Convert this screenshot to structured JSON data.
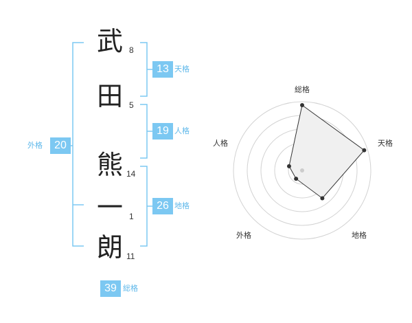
{
  "name": {
    "chars": [
      {
        "char": "武",
        "strokes": "8"
      },
      {
        "char": "田",
        "strokes": "5"
      },
      {
        "char": "熊",
        "strokes": "14"
      },
      {
        "char": "一",
        "strokes": "1"
      },
      {
        "char": "朗",
        "strokes": "11"
      }
    ]
  },
  "fortunes": {
    "tenkaku": {
      "value": "13",
      "label": "天格"
    },
    "jinkaku": {
      "value": "19",
      "label": "人格"
    },
    "chikaku": {
      "value": "26",
      "label": "地格"
    },
    "gaikaku": {
      "value": "20",
      "label": "外格"
    },
    "soukaku": {
      "value": "39",
      "label": "総格"
    }
  },
  "radar": {
    "axes": [
      "総格",
      "天格",
      "地格",
      "外格",
      "人格"
    ],
    "scores": [
      0.95,
      0.95,
      0.5,
      0.15,
      0.2
    ],
    "colors": {
      "fill": "#f0f0f0",
      "line": "#333333",
      "point": "#333333",
      "center": "#cccccc",
      "ring": "#d2d2d2"
    }
  },
  "colors": {
    "accent": "#7cc8f2",
    "accent_text": "#5fb8ea"
  }
}
